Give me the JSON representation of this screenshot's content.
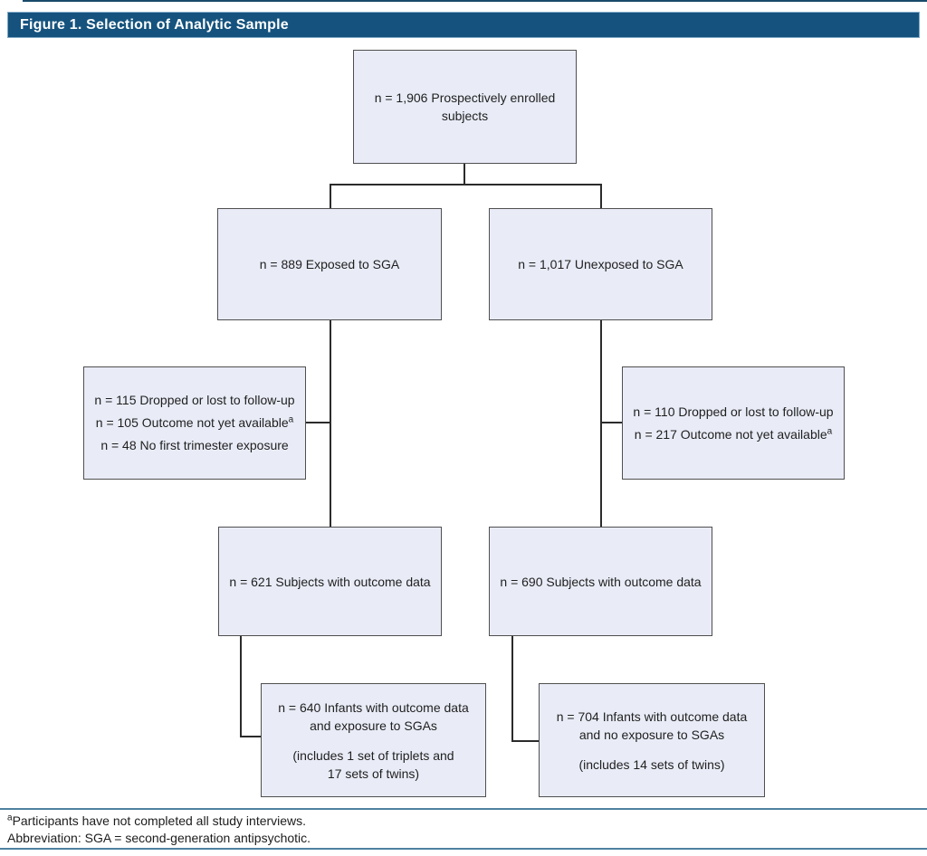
{
  "header": {
    "title": "Figure 1. Selection of Analytic Sample"
  },
  "colors": {
    "title_bar_bg": "#15537e",
    "title_bar_edge": "#7fa9c6",
    "title_text": "#ffffff",
    "box_fill": "#e9ecf7",
    "box_border": "#4f4f4f",
    "connector": "#2b2b2b",
    "footer_rule": "#4e81a0",
    "top_rule": "#1a4a6b",
    "body_text": "#1f1f1f"
  },
  "boxes": {
    "enrolled": {
      "line1": "n = 1,906 Prospectively enrolled",
      "line2": "subjects"
    },
    "exposed": {
      "line1": "n = 889 Exposed to SGA"
    },
    "unexposed": {
      "line1": "n = 1,017 Unexposed to SGA"
    },
    "excl_left": {
      "line1": "n = 115 Dropped or lost to follow-up",
      "line2": "n = 105 Outcome not yet available",
      "line2_sup": "a",
      "line3": "n = 48 No first trimester exposure"
    },
    "excl_right": {
      "line1": "n = 110 Dropped or lost to follow-up",
      "line2": "n = 217 Outcome not yet available",
      "line2_sup": "a"
    },
    "outcome_left": {
      "line1": "n = 621 Subjects with outcome data"
    },
    "outcome_right": {
      "line1": "n = 690 Subjects with outcome data"
    },
    "infants_left": {
      "para1_line1": "n = 640 Infants with outcome data",
      "para1_line2": "and exposure to SGAs",
      "para2_line1": "(includes 1 set of triplets and",
      "para2_line2": "17 sets of twins)"
    },
    "infants_right": {
      "para1_line1": "n = 704 Infants with outcome data",
      "para1_line2": "and no exposure to SGAs",
      "para2_line1": "(includes 14 sets of twins)"
    }
  },
  "footnotes": {
    "sup": "a",
    "line1": "Participants have not completed all study interviews.",
    "line2": "Abbreviation: SGA = second-generation antipsychotic."
  },
  "chart_data": {
    "type": "flowchart",
    "title": "Figure 1. Selection of Analytic Sample",
    "nodes": [
      {
        "id": "enrolled",
        "n": 1906,
        "label": "n = 1,906 Prospectively enrolled subjects"
      },
      {
        "id": "exposed",
        "n": 889,
        "label": "n = 889 Exposed to SGA"
      },
      {
        "id": "unexposed",
        "n": 1017,
        "label": "n = 1,017 Unexposed to SGA"
      },
      {
        "id": "excluded-exposed",
        "label": "n = 115 Dropped or lost to follow-up; n = 105 Outcome not yet available(a); n = 48 No first trimester exposure",
        "values": [
          115,
          105,
          48
        ]
      },
      {
        "id": "excluded-unexposed",
        "label": "n = 110 Dropped or lost to follow-up; n = 217 Outcome not yet available(a)",
        "values": [
          110,
          217
        ]
      },
      {
        "id": "outcome-exposed",
        "n": 621,
        "label": "n = 621 Subjects with outcome data"
      },
      {
        "id": "outcome-unexposed",
        "n": 690,
        "label": "n = 690 Subjects with outcome data"
      },
      {
        "id": "infants-exposed",
        "n": 640,
        "label": "n = 640 Infants with outcome data and exposure to SGAs (includes 1 set of triplets and 17 sets of twins)"
      },
      {
        "id": "infants-unexposed",
        "n": 704,
        "label": "n = 704 Infants with outcome data and no exposure to SGAs (includes 14 sets of twins)"
      }
    ],
    "edges": [
      {
        "from": "enrolled",
        "to": "exposed"
      },
      {
        "from": "enrolled",
        "to": "unexposed"
      },
      {
        "from": "exposed",
        "to": "excluded-exposed"
      },
      {
        "from": "unexposed",
        "to": "excluded-unexposed"
      },
      {
        "from": "exposed",
        "to": "outcome-exposed"
      },
      {
        "from": "unexposed",
        "to": "outcome-unexposed"
      },
      {
        "from": "outcome-exposed",
        "to": "infants-exposed"
      },
      {
        "from": "outcome-unexposed",
        "to": "infants-unexposed"
      }
    ]
  }
}
